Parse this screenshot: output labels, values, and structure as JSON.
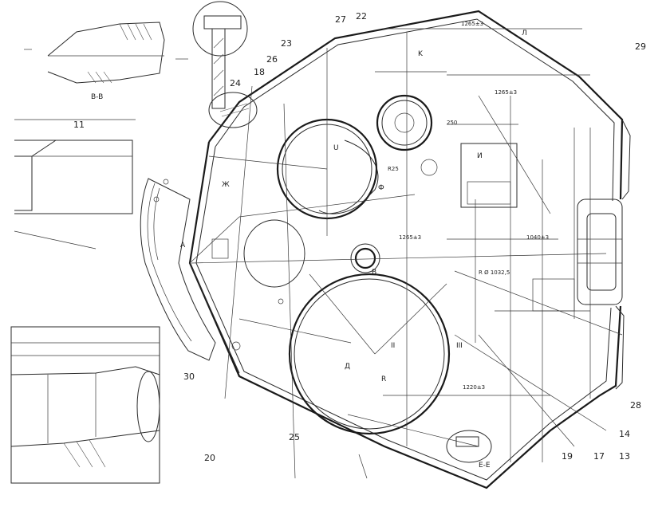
{
  "colors": {
    "ink": "#1e1e1e",
    "paper": "#ffffff"
  },
  "parts": {
    "p11": "11",
    "p13": "13",
    "p14": "14",
    "p17": "17",
    "p18": "18",
    "p19": "19",
    "p20": "20",
    "p22": "22",
    "p23": "23",
    "p24": "24",
    "p25": "25",
    "p26": "26",
    "p27": "27",
    "p28": "28",
    "p29": "29",
    "p30": "30"
  },
  "sections": {
    "b_b": "B-B",
    "e_e": "E-E",
    "zh": "Ж",
    "k": "K",
    "i": "И",
    "l": "Л",
    "a": "A",
    "v": "B",
    "d": "Д",
    "r": "R",
    "f": "Ф",
    "u": "U",
    "ii": "II",
    "iii": "III"
  },
  "dims": {
    "d1": "1265±3",
    "d2": "1265±3",
    "d3": "1265±3",
    "d4": "1220±3",
    "ref": "R Ø 1032,5",
    "d6": "250",
    "d7": "R25",
    "d8": "1040±3"
  }
}
